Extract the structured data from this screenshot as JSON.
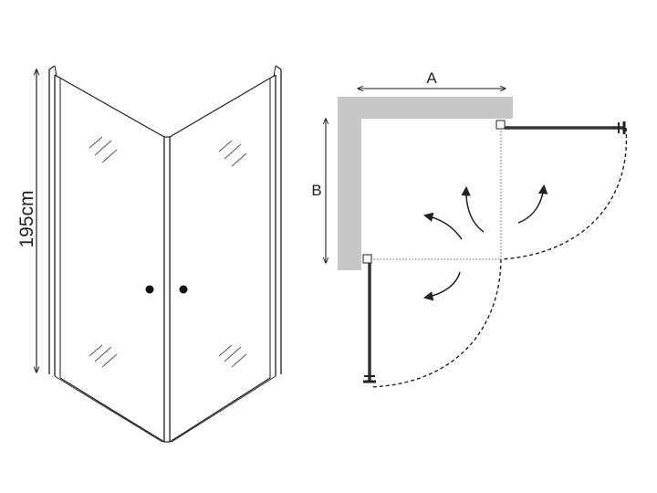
{
  "height_label": "195cm",
  "width_label": "A",
  "depth_label": "B",
  "colors": {
    "line": "#222222",
    "wall": "#c7c7c7",
    "glass_mark": "#555555",
    "handle": "#111111"
  }
}
